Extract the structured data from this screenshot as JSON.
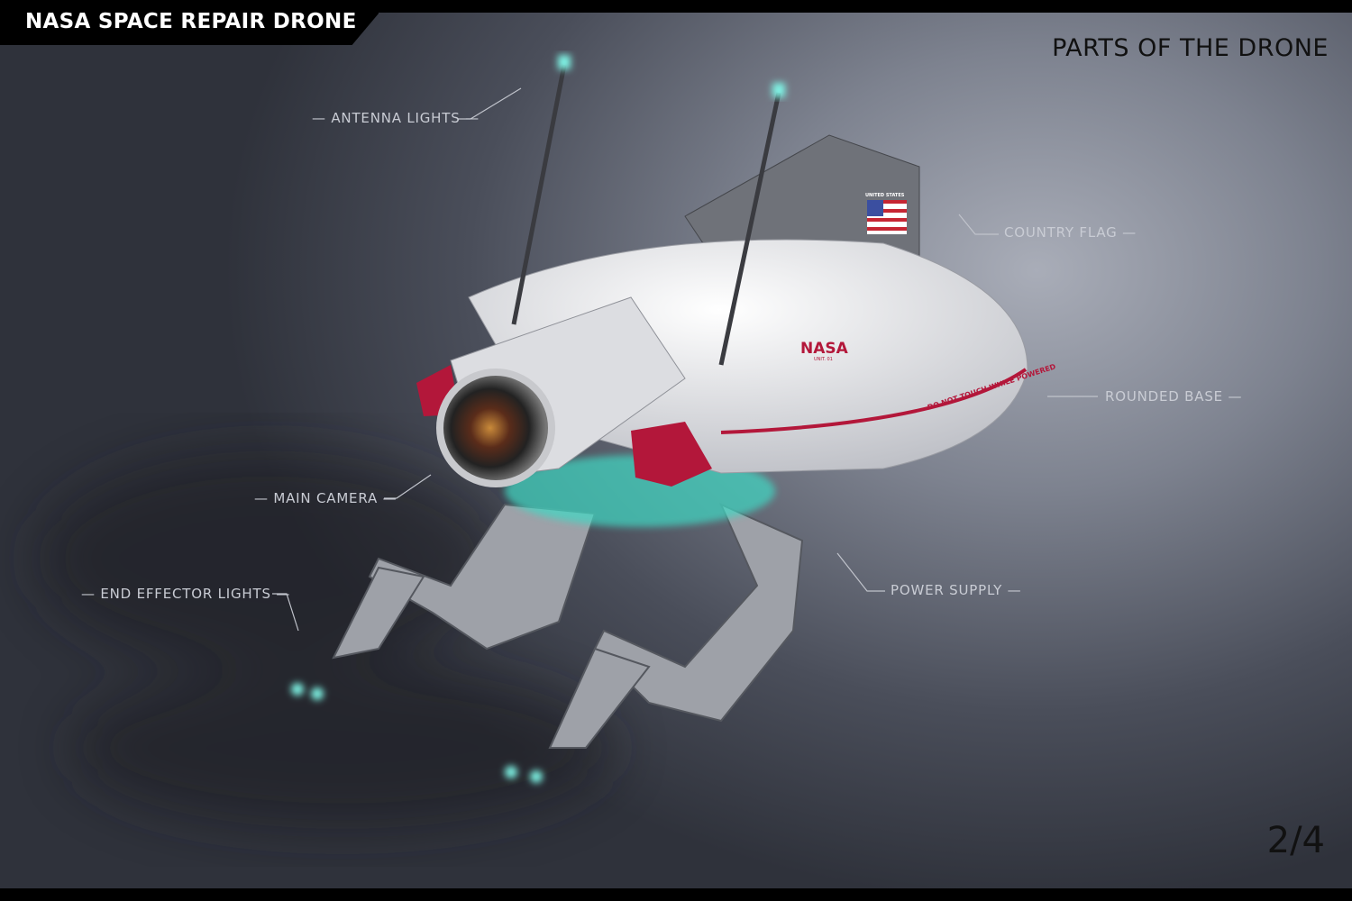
{
  "header": {
    "title": "NASA SPACE REPAIR DRONE",
    "subtitle": "PARTS OF THE DRONE"
  },
  "page_indicator": "2/4",
  "labels": {
    "antenna_lights": "— ANTENNA LIGHTS —",
    "country_flag": "COUNTRY FLAG —",
    "rounded_base": "ROUNDED BASE —",
    "main_camera": "— MAIN CAMERA —",
    "end_effector_lights": "— END EFFECTOR LIGHTS —",
    "power_supply": "POWER SUPPLY —"
  },
  "drone_markings": {
    "logo": "NASA",
    "unit": "UNIT. 01",
    "flag_caption": "UNITED STATES",
    "warning": "DO NOT TOUCH WHILE POWERED"
  },
  "colors": {
    "accent_red": "#b3173a",
    "light_cyan": "#5ff0e0",
    "hull": "#e4e5e8"
  }
}
